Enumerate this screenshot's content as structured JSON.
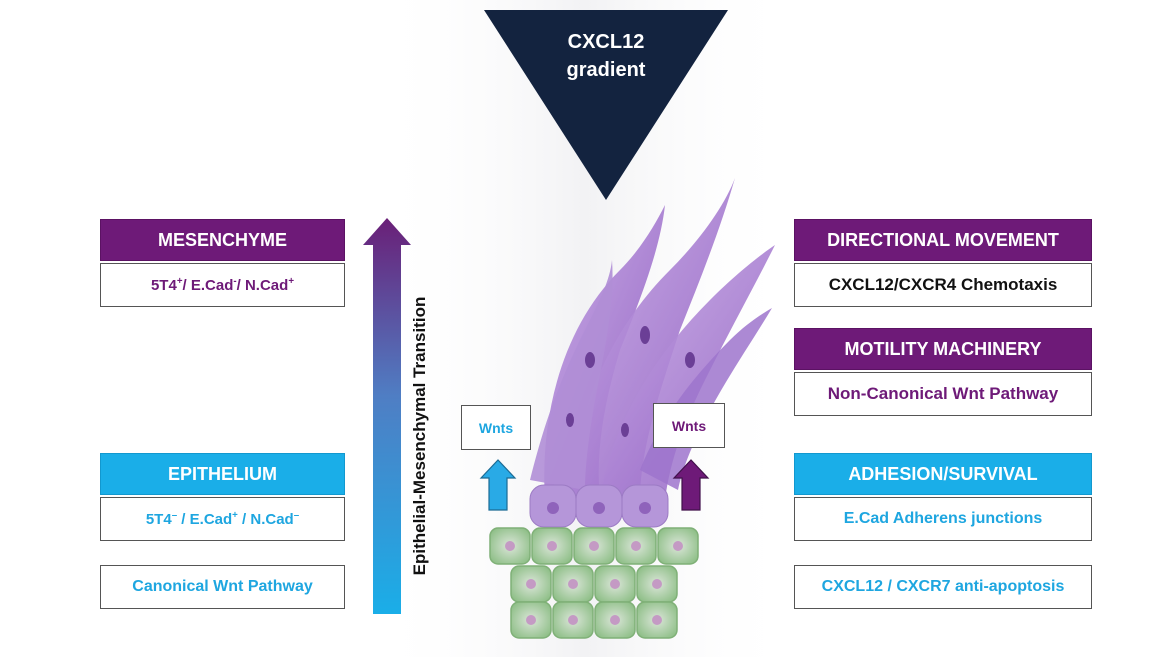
{
  "top_triangle": {
    "line1": "CXCL12",
    "line2": "gradient"
  },
  "left": {
    "mesenchyme": {
      "title": "MESENCHYME",
      "markers": {
        "a": "5T4",
        "a_sup": "+",
        "b": "/ E.Cad",
        "b_sup": "-",
        "c": "/ N.Cad",
        "c_sup": "+"
      }
    },
    "epithelium": {
      "title": "EPITHELIUM",
      "markers": {
        "a": "5T4",
        "a_sup": "–",
        "b": " / E.Cad",
        "b_sup": "+",
        "c": " /  N.Cad",
        "c_sup": "–"
      }
    },
    "canonical": "Canonical Wnt Pathway"
  },
  "emt_arrow_label": "Epithelial-Mesenchymal Transition",
  "wnts_left": "Wnts",
  "wnts_right": "Wnts",
  "right": {
    "directional": {
      "title": "DIRECTIONAL MOVEMENT",
      "text": "CXCL12/CXCR4 Chemotaxis"
    },
    "motility": {
      "title": "MOTILITY MACHINERY",
      "text": "Non-Canonical Wnt Pathway"
    },
    "adhesion": {
      "title": "ADHESION/SURVIVAL",
      "text": "E.Cad Adherens junctions"
    },
    "antiapoptosis": "CXCL12 / CXCR7 anti-apoptosis"
  },
  "colors": {
    "purple": "#6e1a78",
    "cyan": "#1aaee8",
    "navy": "#13233f",
    "cell_purple": "#a77fd0",
    "cell_green": "#9fcf98"
  }
}
